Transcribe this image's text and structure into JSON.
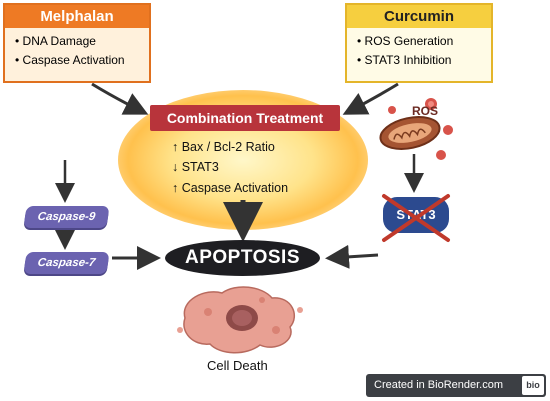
{
  "melphalan": {
    "title": "Melphalan",
    "items": [
      "DNA Damage",
      "Caspase Activation"
    ]
  },
  "curcumin": {
    "title": "Curcumin",
    "items": [
      "ROS Generation",
      "STAT3 Inhibition"
    ]
  },
  "combination": {
    "title": "Combination Treatment",
    "effects": [
      "↑ Bax / Bcl-2 Ratio",
      "↓ STAT3",
      "↑ Caspase Activation"
    ]
  },
  "pathway": {
    "caspase9": "Caspase-9",
    "caspase7": "Caspase-7",
    "ros": "ROS",
    "stat3": "STAT3",
    "outcome": "APOPTOSIS",
    "result": "Cell Death"
  },
  "footer": {
    "text": "Created in BioRender.com",
    "badge": "bio"
  },
  "colors": {
    "melphalan_accent": "#ee7a24",
    "curcumin_accent": "#f6cf3f",
    "combination_accent": "#b8343b",
    "caspase": "#6b63b0",
    "stat3": "#2c4a8f",
    "inhibition_cross": "#c0392b"
  }
}
